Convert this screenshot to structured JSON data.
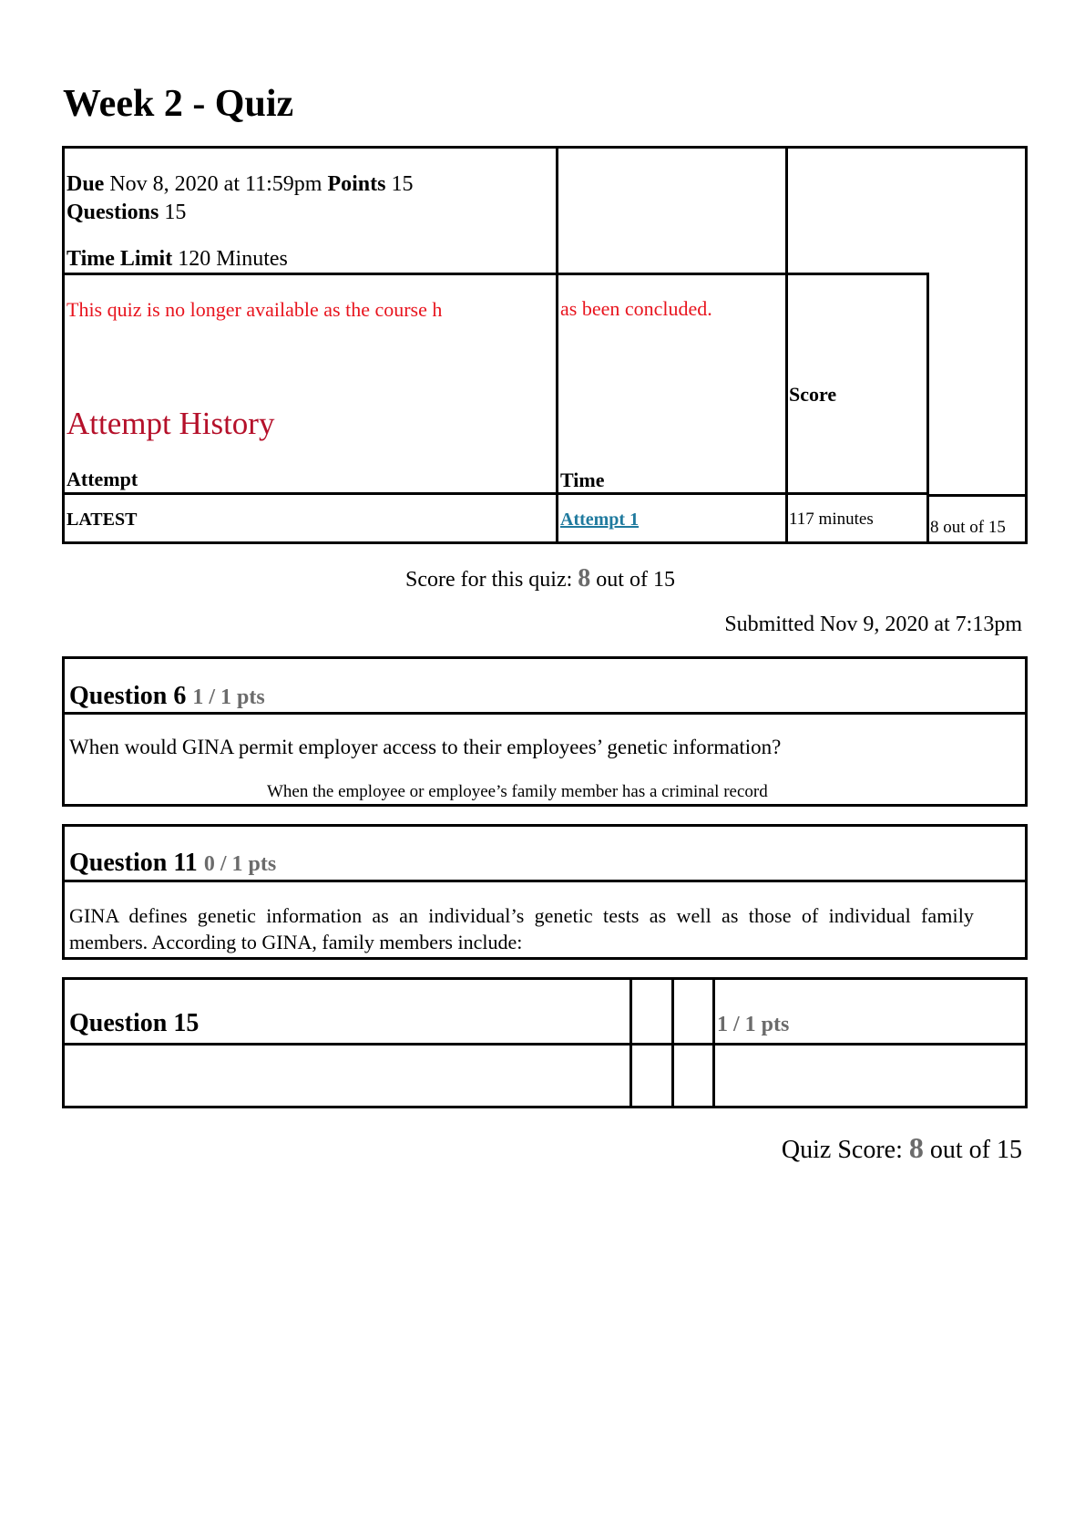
{
  "page": {
    "title": "Week 2 - Quiz"
  },
  "details": {
    "due_label": "Due",
    "due_value": "Nov 8, 2020 at 11:59pm",
    "points_label": "Points",
    "points_value": "15",
    "questions_label": "Questions",
    "questions_value": "15",
    "time_limit_label": "Time Limit",
    "time_limit_value": "120 Minutes"
  },
  "notice": {
    "part1": "This quiz is no longer available as the course h",
    "part2": "as been concluded."
  },
  "attempt_history": {
    "heading": "Attempt History",
    "columns": {
      "attempt": "Attempt",
      "time": "Time",
      "score": "Score"
    },
    "row": {
      "label": "LATEST",
      "attempt_link": "Attempt 1",
      "time": "117 minutes",
      "score": "8 out of 15"
    }
  },
  "summary": {
    "score_prefix": "Score for this quiz: ",
    "score_value": "8",
    "score_suffix": " out of 15",
    "submitted": "Submitted Nov 9, 2020 at 7:13pm"
  },
  "questions": [
    {
      "title": "Question 6",
      "pts": "1 / 1 pts",
      "text": "When would GINA permit employer access to their employees’ genetic information?",
      "answer": "When the employee or employee’s family member has a criminal record"
    },
    {
      "title": "Question 11",
      "pts": "0 / 1 pts",
      "text_line1": "GINA  defines  genetic  information  as  an  individual’s  genetic  tests  as  well  as  those  of  individual  family",
      "text_line2": "members. According to GINA, family members include:"
    },
    {
      "title": "Question 15",
      "pts": "1 / 1 pts"
    }
  ],
  "footer": {
    "prefix": "Quiz Score: ",
    "value": "8",
    "suffix": " out of 15"
  },
  "colors": {
    "notice_red": "#e8141e",
    "heading_red": "#b5102a",
    "link_blue": "#1f7a9e",
    "pts_grey": "#6b6b6b"
  }
}
